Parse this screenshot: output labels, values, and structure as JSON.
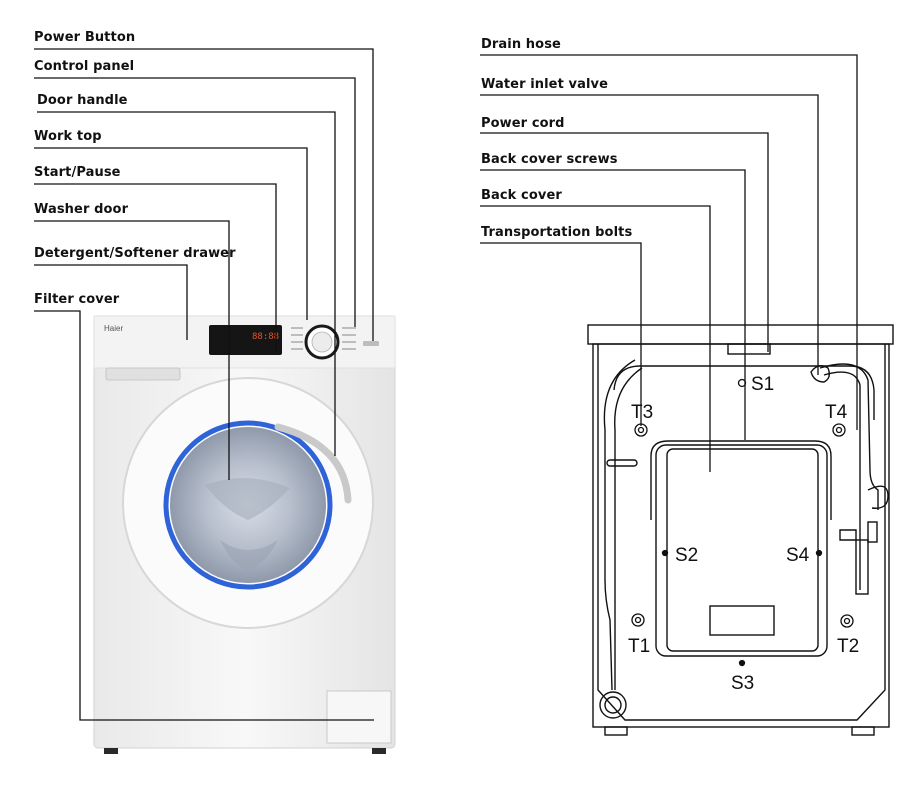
{
  "front_labels": {
    "power_button": "Power Button",
    "control_panel": "Control panel",
    "door_handle": "Door handle",
    "work_top": "Work top",
    "start_pause": "Start/Pause",
    "washer_door": "Washer door",
    "detergent_drawer": "Detergent/Softener drawer",
    "filter_cover": "Filter cover"
  },
  "back_labels": {
    "drain_hose": "Drain hose",
    "water_inlet_valve": "Water inlet valve",
    "power_cord": "Power cord",
    "back_cover_screws": "Back cover screws",
    "back_cover": "Back cover",
    "transportation_bolts": "Transportation bolts"
  },
  "rear_marks": {
    "s1": "S1",
    "s2": "S2",
    "s3": "S3",
    "s4": "S4",
    "t1": "T1",
    "t2": "T2",
    "t3": "T3",
    "t4": "T4"
  },
  "machine": {
    "brand": "Haier",
    "display": "88:88"
  },
  "colors": {
    "line": "#111111",
    "body": "#f2f2f2",
    "panel": "#151515",
    "display": "#e8532a",
    "door_ring": "#2f63d8"
  }
}
